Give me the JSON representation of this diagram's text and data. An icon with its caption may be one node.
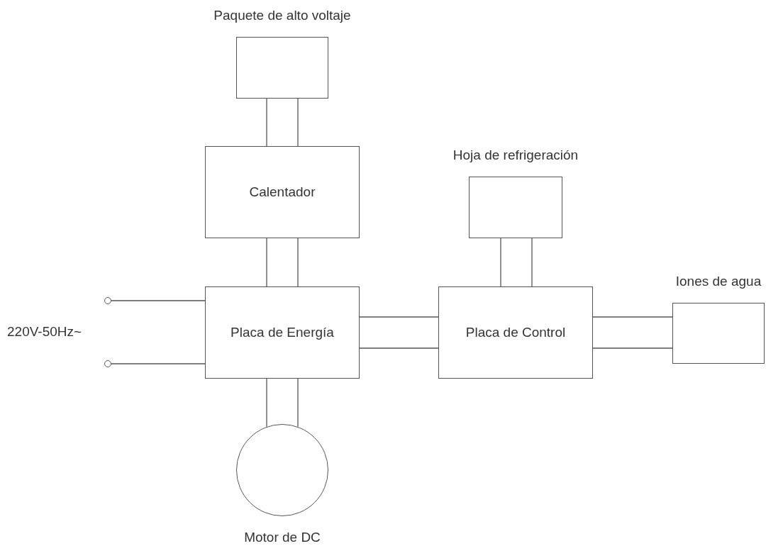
{
  "diagram": {
    "nodes": [
      {
        "text": [
          "Paquete de alto voltaje"
        ]
      },
      {
        "text": [
          "Calentador"
        ]
      },
      {
        "text": [
          "Hoja de refrigeración"
        ]
      },
      {
        "text": [
          "Iones de agua"
        ]
      },
      {
        "text": [],
        "shape": "circle"
      },
      {
        "text": [
          "Placa de Energía"
        ]
      },
      {
        "text": [
          "Placa de Control"
        ]
      },
      {
        "text": [],
        "shape": "circle"
      },
      {
        "text": [],
        "shape": "circle",
        "beside": [
          "Motor de DC"
        ]
      }
    ],
    "edges": [
      {
        "from": 0,
        "to": 1,
        "arrow": "none"
      },
      {
        "from": 0,
        "to": 1,
        "arrow": "none"
      },
      {
        "from": 1,
        "to": 5,
        "arrow": "none"
      },
      {
        "from": 1,
        "to": 5,
        "arrow": "none"
      },
      {
        "from": 2,
        "to": 6,
        "arrow": "none"
      },
      {
        "from": 2,
        "to": 6,
        "arrow": "none"
      },
      {
        "from": 4,
        "to": 5,
        "arrow": "none"
      },
      {
        "from": 7,
        "to": 5,
        "arrow": "none"
      },
      {
        "from": 5,
        "to": 6,
        "arrow": "none"
      },
      {
        "from": 5,
        "to": 6,
        "arrow": "none"
      },
      {
        "from": 6,
        "to": 3,
        "arrow": "none"
      },
      {
        "from": 6,
        "to": 3,
        "arrow": "none"
      },
      {
        "from": 5,
        "to": 8,
        "arrow": "none"
      },
      {
        "from": 5,
        "to": 8,
        "arrow": "none"
      }
    ],
    "labels": [
      "220V-50Hz~"
    ]
  }
}
